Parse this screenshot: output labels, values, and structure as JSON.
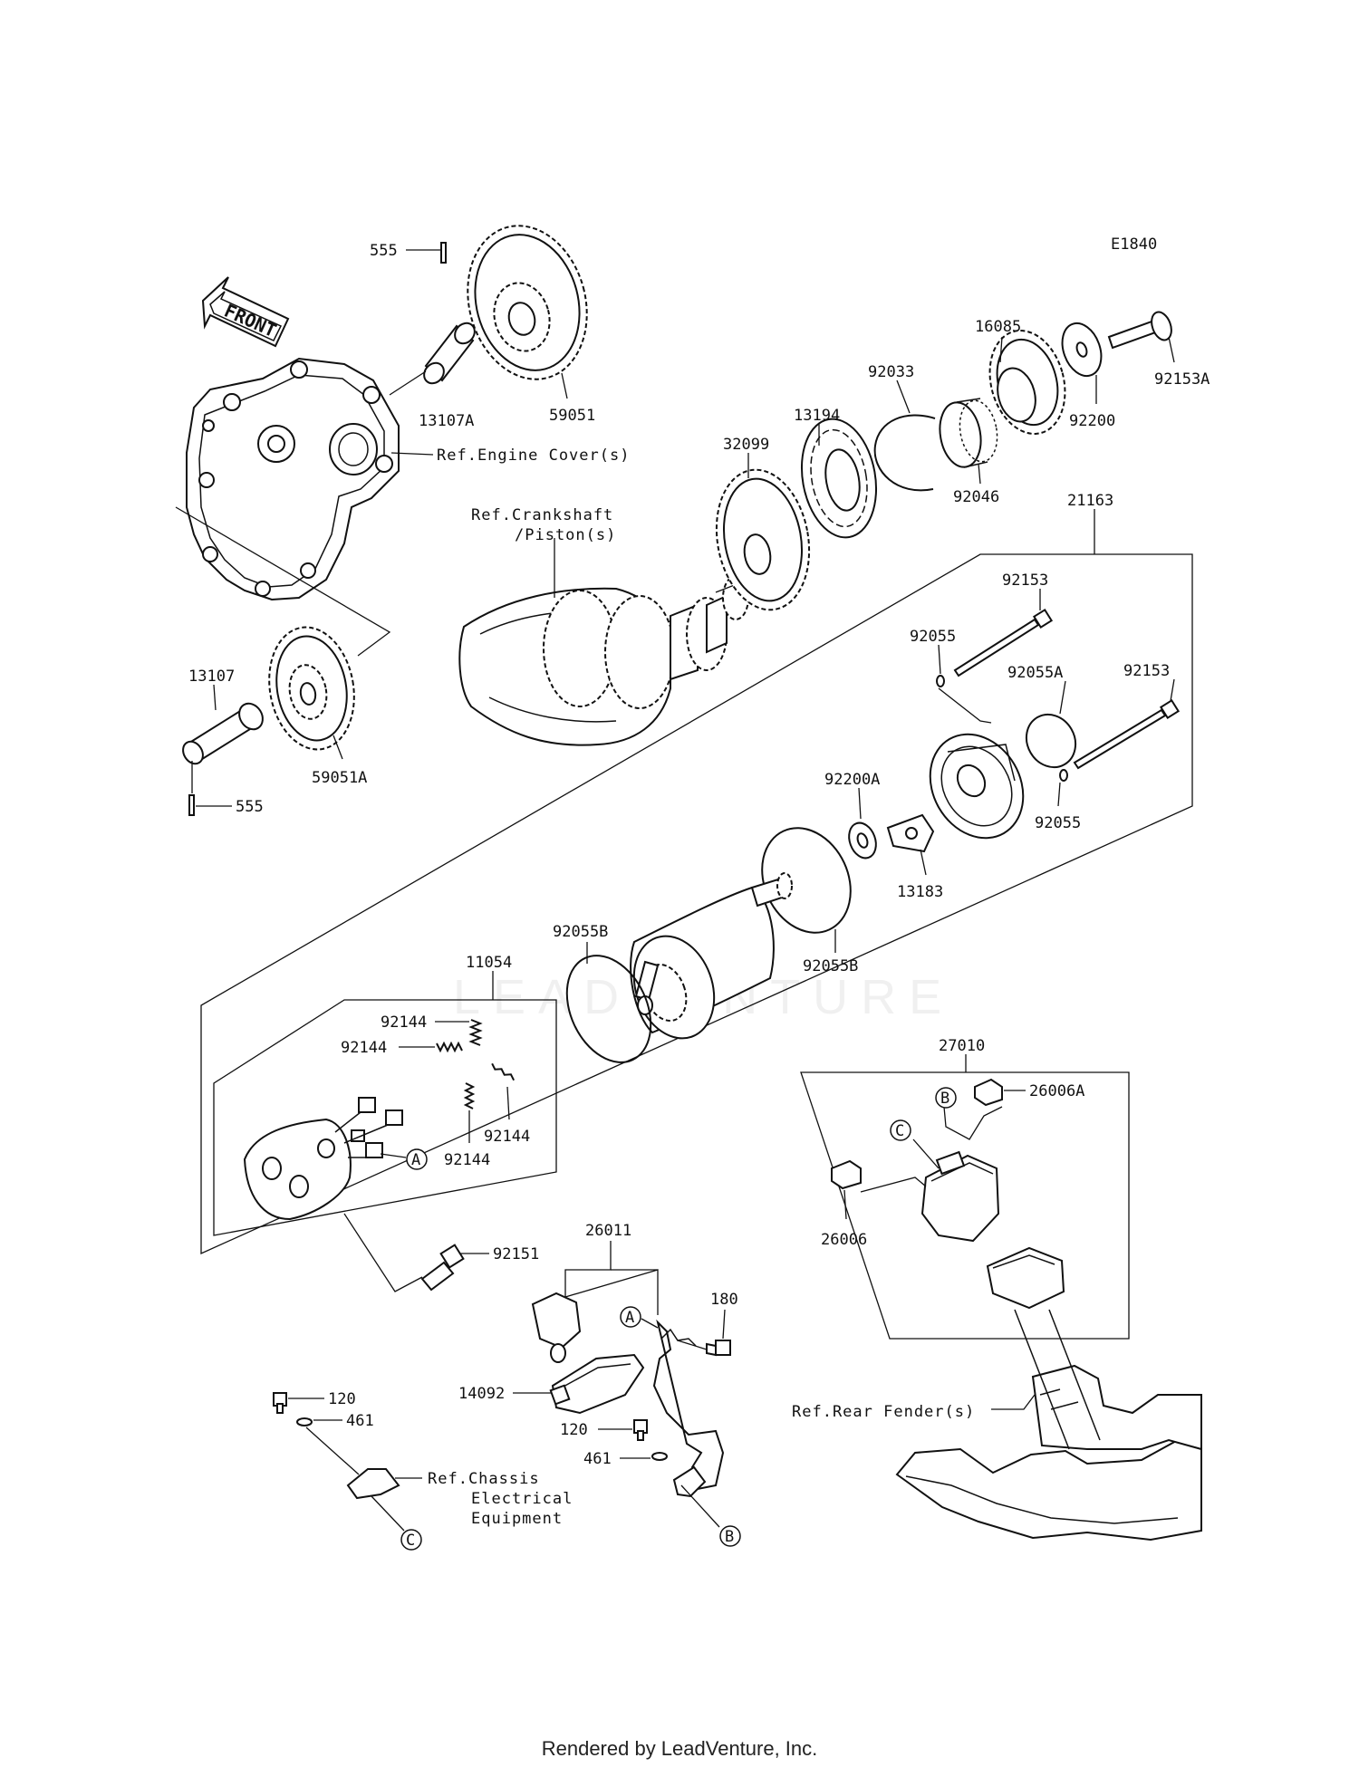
{
  "diagram_code": "E1840",
  "front_label": "FRONT",
  "watermark": "LEADVENTURE",
  "footer": "Rendered by LeadVenture, Inc.",
  "labels": {
    "p555_top": "555",
    "p13107A": "13107A",
    "p59051": "59051",
    "ref_engine_cover": "Ref.Engine Cover(s)",
    "ref_crankshaft_1": "Ref.Crankshaft",
    "ref_crankshaft_2": "/Piston(s)",
    "p32099": "32099",
    "p13194": "13194",
    "p92033": "92033",
    "p92046": "92046",
    "p16085": "16085",
    "p92200": "92200",
    "p92153A": "92153A",
    "p21163": "21163",
    "p92153_a": "92153",
    "p92055_a": "92055",
    "p92055A": "92055A",
    "p92153_b": "92153",
    "p92055_b": "92055",
    "p92200A": "92200A",
    "p13183": "13183",
    "p92055B_a": "92055B",
    "p92055B_b": "92055B",
    "p13107": "13107",
    "p59051A": "59051A",
    "p555_bottom": "555",
    "p11054": "11054",
    "p92144_a": "92144",
    "p92144_b": "92144",
    "p92144_c": "92144",
    "p92144_d": "92144",
    "p92151": "92151",
    "p27010": "27010",
    "p26006A": "26006A",
    "p26006": "26006",
    "p26011": "26011",
    "p180": "180",
    "p14092": "14092",
    "p120_a": "120",
    "p461_a": "461",
    "p120_b": "120",
    "p461_b": "461",
    "ref_chassis_1": "Ref.Chassis",
    "ref_chassis_2": "Electrical",
    "ref_chassis_3": "Equipment",
    "ref_rear_fender": "Ref.Rear Fender(s)",
    "mark_A": "A",
    "mark_B": "B",
    "mark_C": "C"
  }
}
